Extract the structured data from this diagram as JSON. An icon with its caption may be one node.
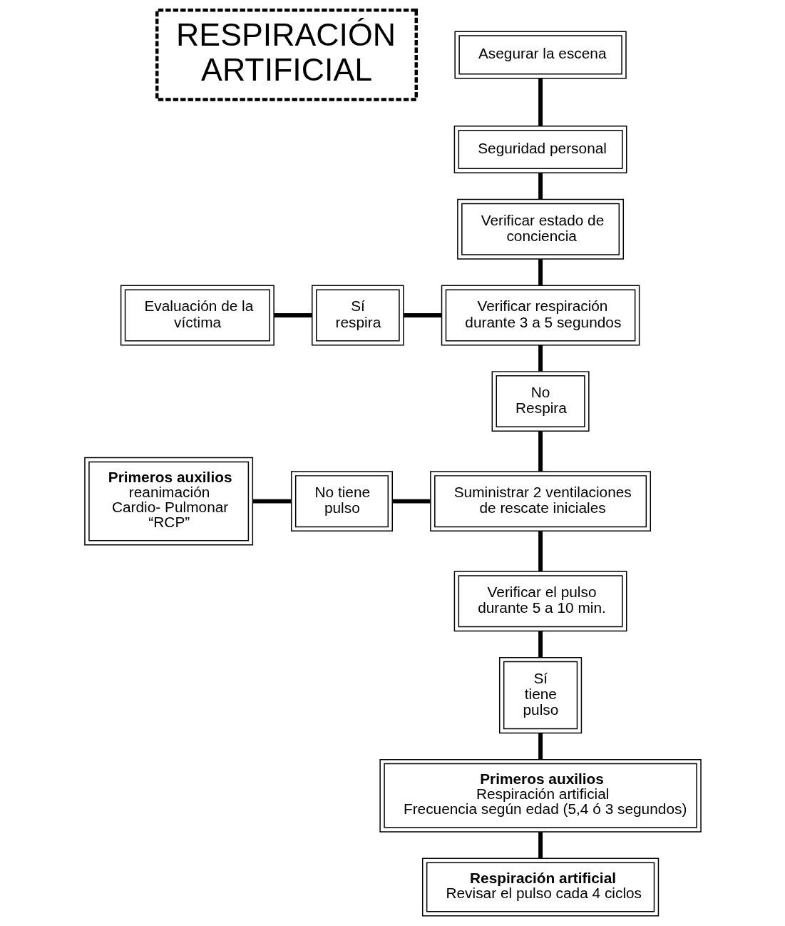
{
  "diagram": {
    "nodes": [
      {
        "text": [
          "RESPIRACIÓN ARTIFICIAL"
        ]
      },
      {
        "text": [
          "Asegurar la escena"
        ]
      },
      {
        "text": [
          "Seguridad personal"
        ]
      },
      {
        "text": [
          "Verificar estado de conciencia"
        ]
      },
      {
        "text": [
          "Evaluación de la víctima"
        ]
      },
      {
        "text": [
          "Sí respira"
        ]
      },
      {
        "text": [
          "Verificar respiración durante 3 a 5 segundos"
        ]
      },
      {
        "text": [
          "No Respira"
        ]
      },
      {
        "text": [
          "Primeros auxilios",
          "reanimación Cardio- Pulmonar “RCP”"
        ]
      },
      {
        "text": [
          "No tiene pulso"
        ]
      },
      {
        "text": [
          "Suministrar 2 ventilaciones de rescate iniciales"
        ]
      },
      {
        "text": [
          "Verificar el pulso durante 5 a 10 min."
        ]
      },
      {
        "text": [
          "Sí tiene pulso"
        ]
      },
      {
        "text": [
          "Primeros auxilios",
          "Respiración artificial",
          "Frecuencia según edad (5,4 ó 3 segundos)"
        ]
      },
      {
        "text": [
          "Respiración artificial",
          "Revisar el pulso cada 4 ciclos"
        ]
      }
    ],
    "edges": [
      {
        "from": 1,
        "to": 2,
        "arrow": "none"
      },
      {
        "from": 2,
        "to": 3,
        "arrow": "none"
      },
      {
        "from": 3,
        "to": 6,
        "arrow": "none"
      },
      {
        "from": 5,
        "to": 6,
        "arrow": "none"
      },
      {
        "from": 4,
        "to": 5,
        "arrow": "none"
      },
      {
        "from": 6,
        "to": 7,
        "arrow": "none"
      },
      {
        "from": 7,
        "to": 10,
        "arrow": "none"
      },
      {
        "from": 9,
        "to": 10,
        "arrow": "none"
      },
      {
        "from": 8,
        "to": 9,
        "arrow": "none"
      },
      {
        "from": 10,
        "to": 11,
        "arrow": "none"
      },
      {
        "from": 11,
        "to": 12,
        "arrow": "none"
      },
      {
        "from": 12,
        "to": 13,
        "arrow": "none"
      },
      {
        "from": 13,
        "to": 14,
        "arrow": "none"
      }
    ]
  }
}
